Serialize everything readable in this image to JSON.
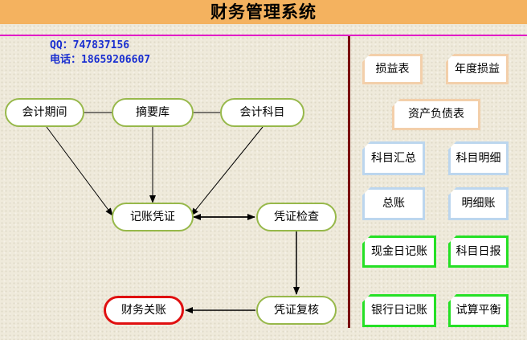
{
  "title": "财务管理系统",
  "contact": {
    "qq": "QQ：747837156",
    "phone": "电话：18659206607"
  },
  "flow": {
    "period": "会计期间",
    "summary": "摘要库",
    "subject": "会计科目",
    "record": "记账凭证",
    "check": "凭证检查",
    "review": "凭证复核",
    "close": "财务关账"
  },
  "reports": {
    "profit": "损益表",
    "annual_profit": "年度损益",
    "balance_sheet": "资产负债表",
    "subject_summary": "科目汇总",
    "subject_detail": "科目明细",
    "general_ledger": "总账",
    "detail_ledger": "明细账",
    "cash_journal": "现金日记账",
    "subject_daily": "科目日报",
    "bank_journal": "银行日记账",
    "trial_balance": "试算平衡"
  },
  "colors": {
    "title_bar": "#f4b25f",
    "accent_line": "#e21cc8",
    "divider": "#7a1010",
    "contact_text": "#1a2fd0",
    "node_border": "#97b84a",
    "close_border": "#e01010"
  }
}
